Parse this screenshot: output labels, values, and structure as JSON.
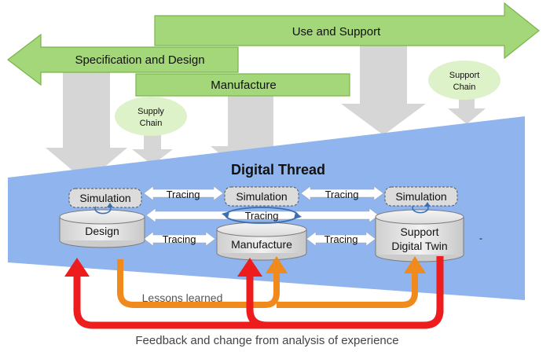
{
  "phases": {
    "use_support": "Use and Support",
    "spec_design": "Specification and Design",
    "manufacture": "Manufacture"
  },
  "chains": {
    "supply": [
      "Supply",
      "Chain"
    ],
    "support": [
      "Support",
      "Chain"
    ]
  },
  "thread": {
    "title": "Digital Thread",
    "simulation": "Simulation",
    "tracing": "Tracing",
    "design": "Design",
    "manufacture": "Manufacture",
    "support_twin": [
      "Support",
      "Digital Twin"
    ],
    "dash": "-"
  },
  "feedback": {
    "lessons": "Lessons learned",
    "experience": "Feedback and change from analysis of experience"
  },
  "colors": {
    "green_fill": "#a4d67a",
    "green_stroke": "#78b449",
    "grey_arrow": "#d6d6d6",
    "thread_blue": "#8fb4ee",
    "bubble": "#ddf2c9",
    "red": "#ee1c1c",
    "orange": "#f08a1c"
  }
}
